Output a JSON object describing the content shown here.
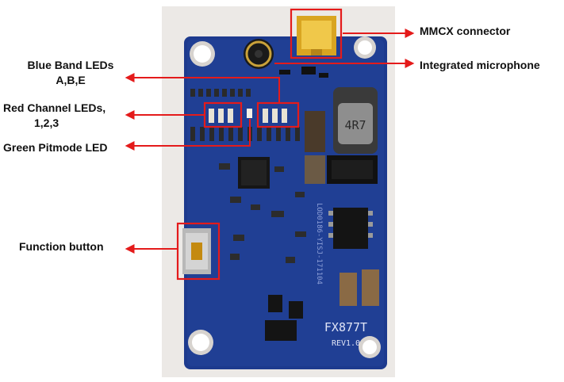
{
  "colors": {
    "photo_background": "#ece9e6",
    "pcb_blue": "#1d3a8e",
    "annotation_red": "#e41b1b",
    "connector_gold": "#d9a521"
  },
  "labels": {
    "mmcx": "MMCX connector",
    "microphone": "Integrated microphone",
    "blue_band_line1": "Blue Band LEDs",
    "blue_band_line2": "A,B,E",
    "red_channel_line1": "Red Channel LEDs,",
    "red_channel_line2": "1,2,3",
    "green_pitmode": "Green Pitmode LED",
    "function_button": "Function button"
  },
  "board_markings": {
    "inductor": "4R7",
    "model": "FX877T",
    "revision": "REV1.0"
  }
}
